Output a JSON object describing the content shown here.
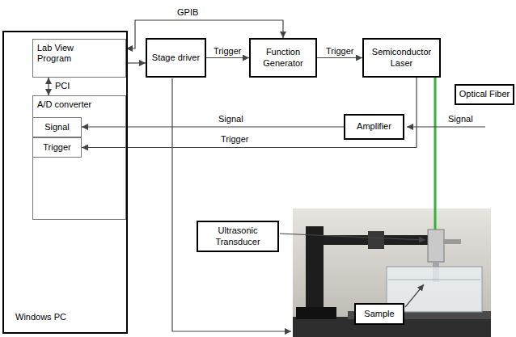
{
  "diagram": {
    "nodes": [
      {
        "text": [
          "Windows PC"
        ]
      },
      {
        "text": [
          "Lab View Program"
        ],
        "in": 0
      },
      {
        "text": [
          "A/D converter"
        ],
        "in": 0
      },
      {
        "text": [
          "Signal"
        ],
        "in": 2
      },
      {
        "text": [
          "Trigger"
        ],
        "in": 2
      },
      {
        "text": [
          "Stage driver"
        ]
      },
      {
        "text": [
          "Function Generator"
        ]
      },
      {
        "text": [
          "Semiconductor Laser"
        ]
      },
      {
        "text": [
          "Optical Fiber"
        ]
      },
      {
        "text": [
          "Amplifier"
        ]
      },
      {
        "text": [
          "Ultrasonic Transducer"
        ]
      },
      {
        "text": [
          "Sample"
        ]
      }
    ],
    "edges": [
      {
        "from": 1,
        "to": 6,
        "arrow": "both",
        "label": "GPIB"
      },
      {
        "from": 1,
        "to": 5,
        "arrow": "to"
      },
      {
        "from": 5,
        "to": 6,
        "arrow": "to",
        "label": "Trigger"
      },
      {
        "from": 6,
        "to": 7,
        "arrow": "to",
        "label": "Trigger"
      },
      {
        "from": 1,
        "to": 2,
        "arrow": "both",
        "label": "PCI"
      },
      {
        "from": 9,
        "to": 3,
        "arrow": "to",
        "label": "Signal"
      },
      {
        "from": 7,
        "to": 4,
        "arrow": "to",
        "label": "Trigger"
      }
    ],
    "labels": [
      "Signal"
    ]
  }
}
